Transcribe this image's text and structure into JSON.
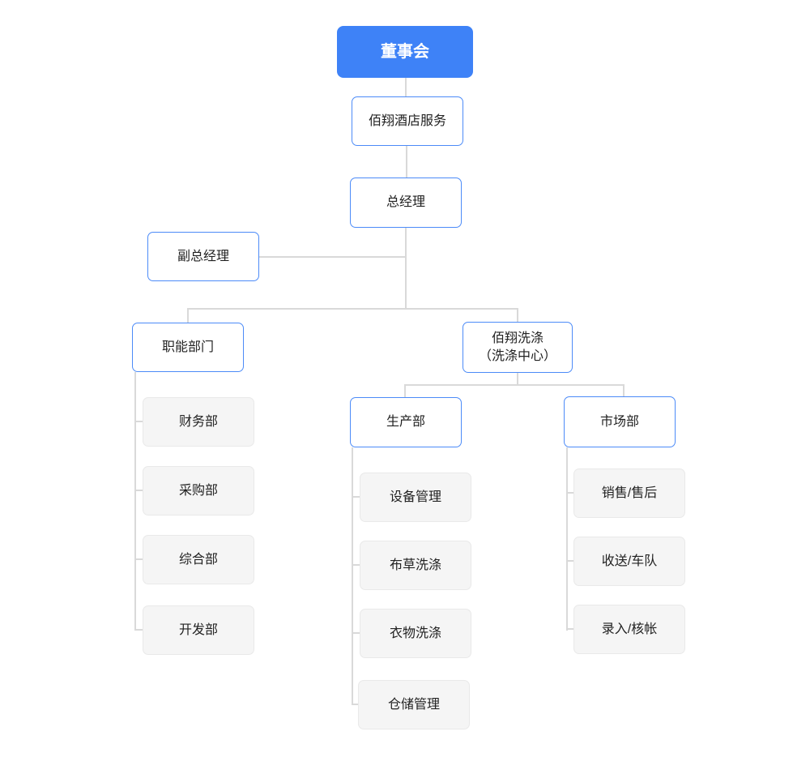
{
  "colors": {
    "primary_blue": "#3e82f7",
    "border_blue": "#4c8bf8",
    "box_gray_bg": "#f5f5f5",
    "box_gray_border": "#e9e9e9",
    "connector": "#d9d9d9",
    "text_dark": "#222222",
    "root_text": "#ffffff"
  },
  "nodes": {
    "board": {
      "label": "董事会"
    },
    "hotel_service": {
      "label": "佰翔酒店服务"
    },
    "general_manager": {
      "label": "总经理"
    },
    "deputy_general_manager": {
      "label": "副总经理"
    },
    "functional_departments": {
      "label": "职能部门"
    },
    "laundry_center": {
      "label_line1": "佰翔洗涤",
      "label_line2": "（洗涤中心）"
    },
    "finance": {
      "label": "财务部"
    },
    "procurement": {
      "label": "采购部"
    },
    "general_affairs": {
      "label": "综合部"
    },
    "development": {
      "label": "开发部"
    },
    "production": {
      "label": "生产部"
    },
    "equipment_management": {
      "label": "设备管理"
    },
    "linen_washing": {
      "label": "布草洗涤"
    },
    "clothes_washing": {
      "label": "衣物洗涤"
    },
    "warehouse_management": {
      "label": "仓储管理"
    },
    "marketing": {
      "label": "市场部"
    },
    "sales_aftersales": {
      "label": "销售/售后"
    },
    "pickup_fleet": {
      "label": "收送/车队"
    },
    "entry_accounting": {
      "label": "录入/核帐"
    }
  },
  "hierarchy": {
    "root": "董事会",
    "children_order": [
      "董事会 > 佰翔酒店服务 > 总经理",
      "总经理 > 副总经理",
      "总经理 > 职能部门(财务部, 采购部, 综合部, 开发部)",
      "总经理 > 佰翔洗涤（洗涤中心） > 生产部(设备管理, 布草洗涤, 衣物洗涤, 仓储管理)",
      "总经理 > 佰翔洗涤（洗涤中心） > 市场部(销售/售后, 收送/车队, 录入/核帐)"
    ]
  }
}
